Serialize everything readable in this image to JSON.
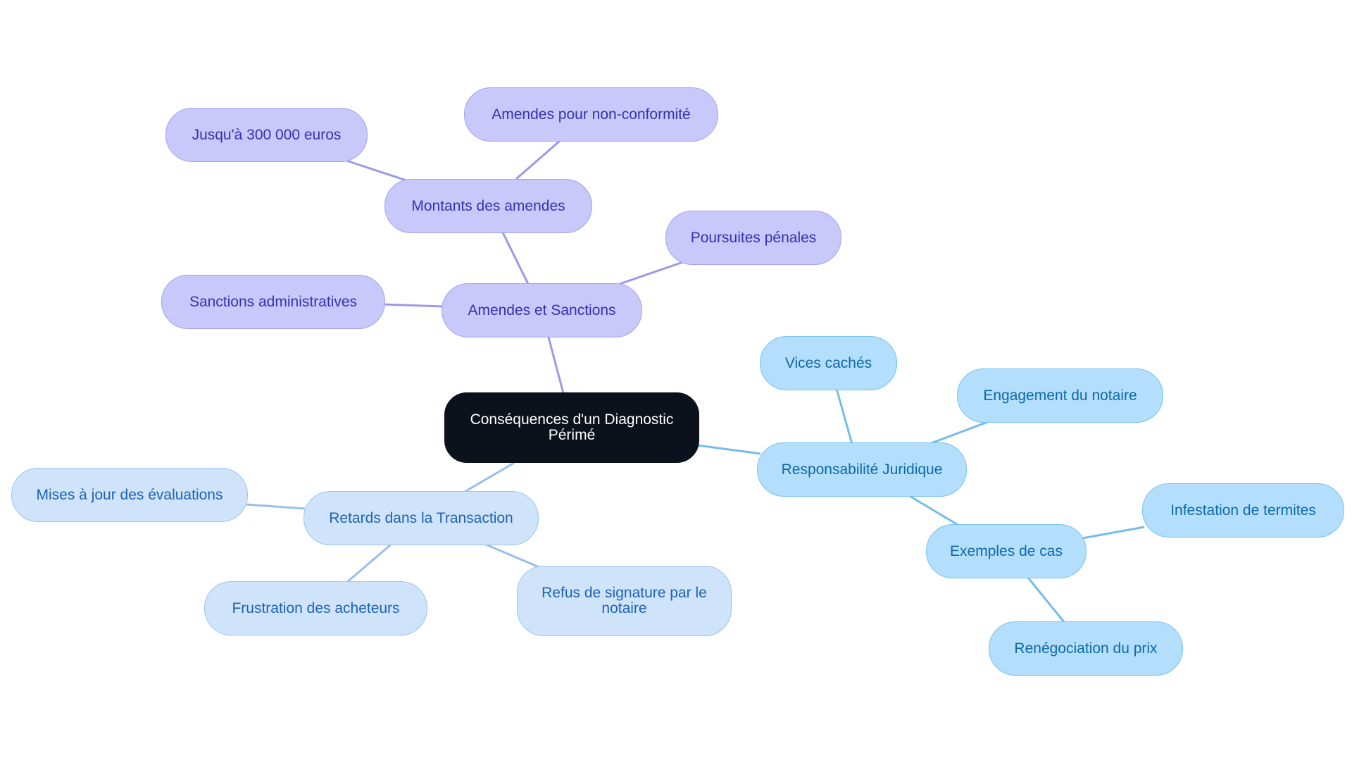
{
  "map": {
    "root": "Conséquences d'un Diagnostic Périmé",
    "amendes": {
      "label": "Amendes et Sanctions",
      "montants": "Montants des amendes",
      "jusqua": "Jusqu'à 300 000 euros",
      "non_conformite": "Amendes pour non-conformité",
      "poursuites": "Poursuites pénales",
      "administratives": "Sanctions administratives"
    },
    "responsabilite": {
      "label": "Responsabilité Juridique",
      "vices": "Vices cachés",
      "notaire": "Engagement du notaire",
      "exemples": "Exemples de cas",
      "termites": "Infestation de termites",
      "renegociation": "Renégociation du prix"
    },
    "retards": {
      "label": "Retards dans la Transaction",
      "mises_a_jour": "Mises à jour des évaluations",
      "frustration": "Frustration des acheteurs",
      "refus": "Refus de signature par le notaire"
    }
  },
  "colors": {
    "root_fill": "#0c121c",
    "violet_fill": "#c8c8fb",
    "violet_text": "#3731b0",
    "blue_fill": "#b3defc",
    "blue_text": "#0d6aa8",
    "lightblue_fill": "#cfe3fb",
    "lightblue_text": "#1e63b3"
  }
}
